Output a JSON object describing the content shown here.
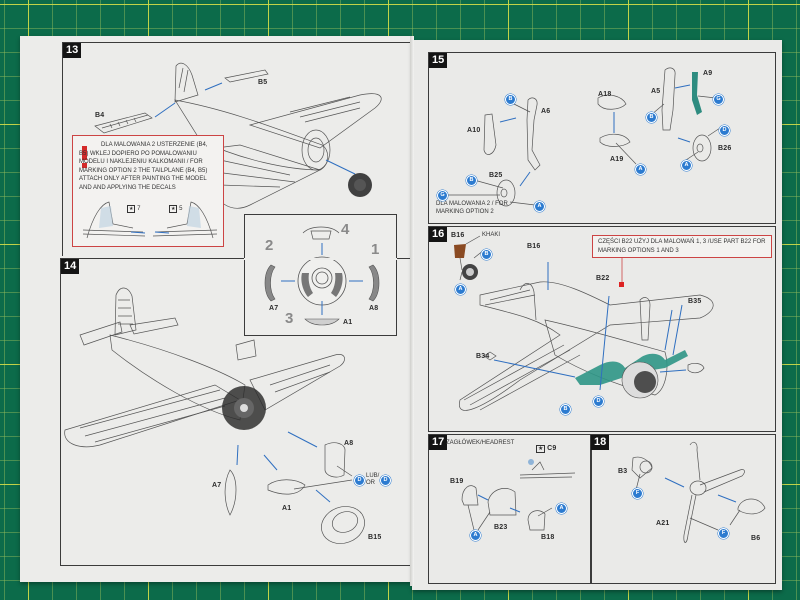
{
  "document": {
    "title": "Model kit assembly instructions",
    "left_page": {
      "steps": [
        {
          "number": "13",
          "parts": [
            "B4",
            "B5"
          ],
          "note": {
            "icon": "exclamation-icon",
            "text": "DLA MALOWANIA 2 USTERZENIE (B4, B5) WKLEJ DOPIERO PO POMALOWANIU MODELU I NAKLEJENIU KALKOMANII / FOR MARKING OPTION 2 THE TAILPLANE (B4, B5) ATTACH ONLY AFTER PAINTING THE MODEL AND AND APPLYING THE DECALS",
            "decal_refs": [
              "7",
              "5"
            ]
          }
        },
        {
          "number": "14",
          "parts": [
            "A8",
            "A7",
            "A1",
            "B15"
          ],
          "callout": {
            "letter_left": "D",
            "letter_right": "D",
            "text": "LUB/ OR"
          }
        }
      ],
      "inset": {
        "order_numbers": [
          "2",
          "4",
          "1",
          "3"
        ],
        "parts": [
          "A7",
          "A8",
          "A1"
        ]
      }
    },
    "right_page": {
      "steps": [
        {
          "number": "15",
          "parts": [
            "A10",
            "A6",
            "B25",
            "A18",
            "A19",
            "A5",
            "A9",
            "B26"
          ],
          "note": "DLA MALOWANIA 2 / FOR MARKING OPTION 2",
          "letters": [
            "B",
            "B",
            "A",
            "G",
            "A",
            "B",
            "G",
            "D",
            "A",
            "B"
          ]
        },
        {
          "number": "16",
          "parts": [
            "B16",
            "B16",
            "B22",
            "B35",
            "B34"
          ],
          "paint": "KHAKI",
          "note": "CZĘŚCI B22 UŻYJ DLA MALOWAŃ 1, 3 /USE PART B22 FOR MARKING OPTIONS 1 AND 3",
          "letters": [
            "B",
            "A",
            "B",
            "D"
          ]
        },
        {
          "number": "17",
          "title": "ZAGŁÓWEK/HEADREST",
          "decal_ref": "C9",
          "parts": [
            "B19",
            "B23",
            "B18"
          ],
          "letters": [
            "A",
            "A"
          ]
        },
        {
          "number": "18",
          "parts": [
            "B3",
            "A21",
            "B6"
          ],
          "letters": [
            "F",
            "F"
          ]
        }
      ]
    }
  }
}
